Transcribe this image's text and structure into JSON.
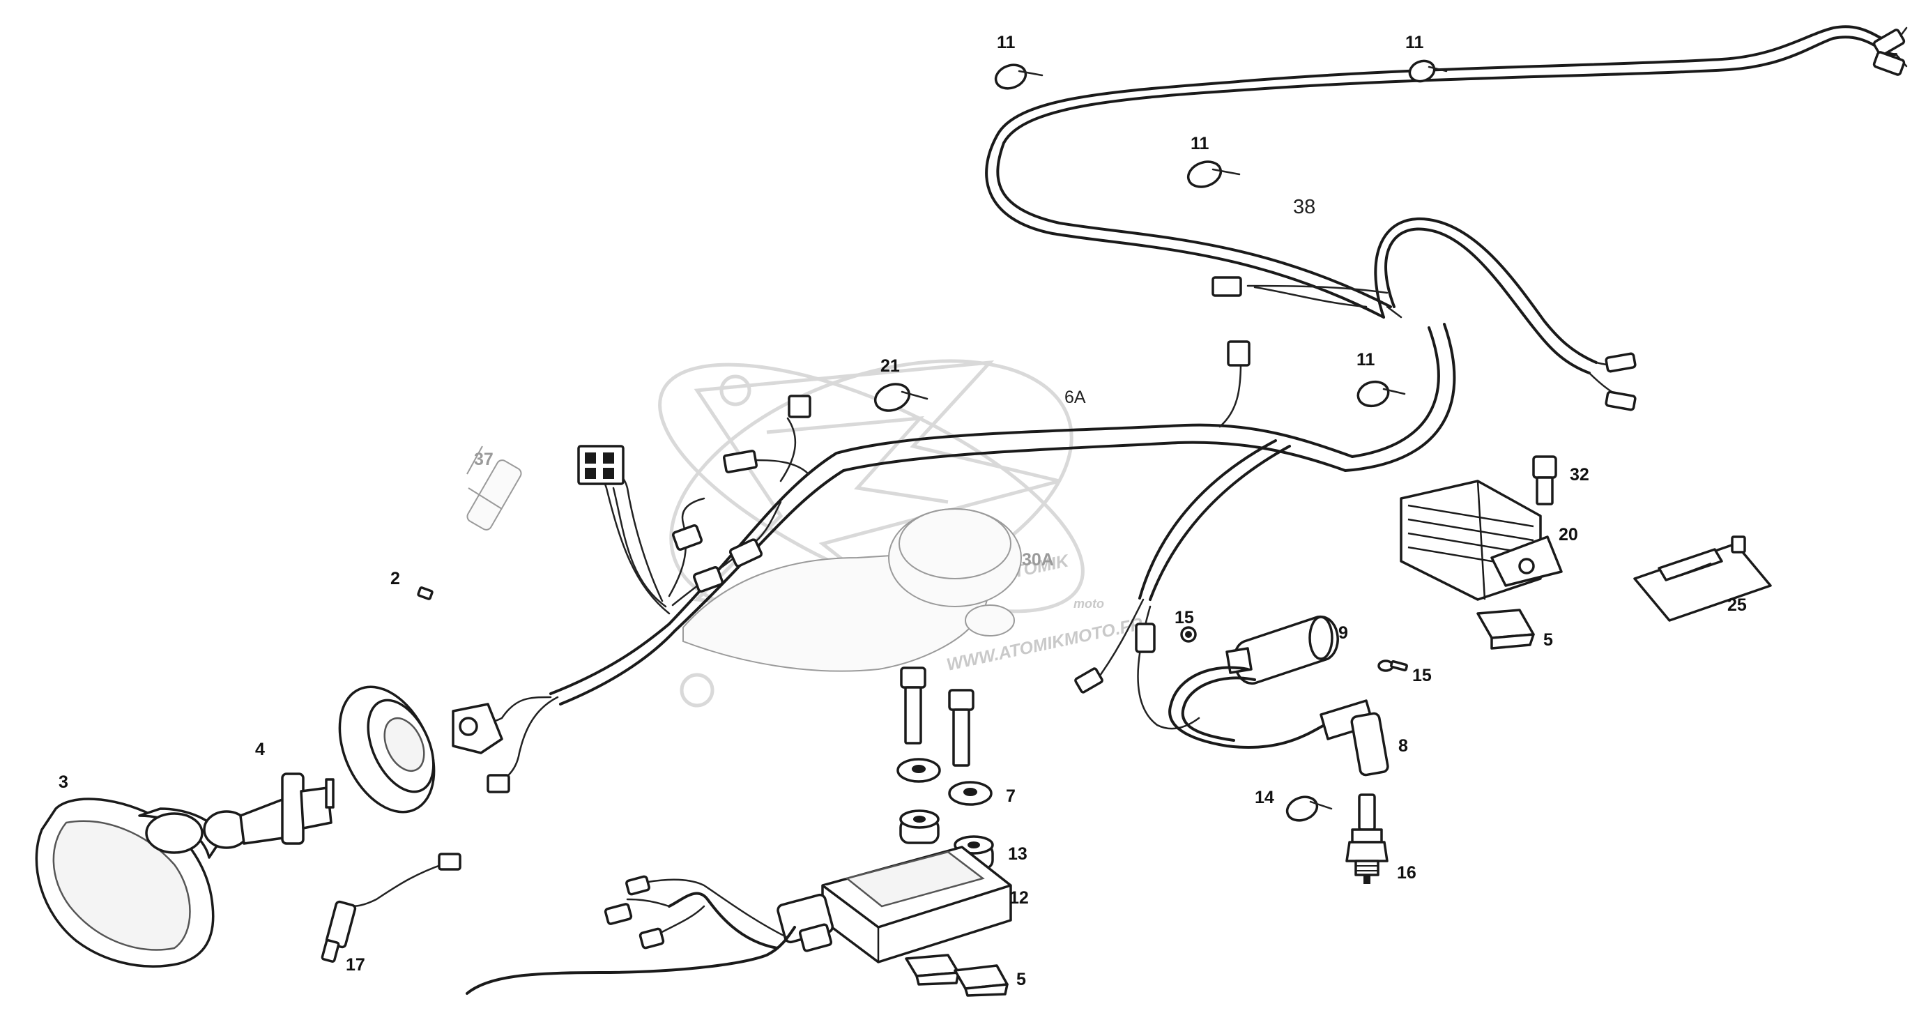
{
  "watermark": {
    "site_text": "WWW.ATOMIKMOTO.FR",
    "brand_text": "ATOMIK",
    "brand_sub": "moto"
  },
  "callouts": {
    "c2": "2",
    "c3": "3",
    "c4": "4",
    "c5a": "5",
    "c5b": "5",
    "c6a": "6A",
    "c7": "7",
    "c8": "8",
    "c9": "9",
    "c11a": "11",
    "c11b": "11",
    "c11c": "11",
    "c11d": "11",
    "c12": "12",
    "c13": "13",
    "c14": "14",
    "c15a": "15",
    "c15b": "15",
    "c16": "16",
    "c17": "17",
    "c20": "20",
    "c21": "21",
    "c25": "25",
    "c30a": "30A",
    "c32": "32",
    "c37": "37",
    "c38": "38"
  }
}
